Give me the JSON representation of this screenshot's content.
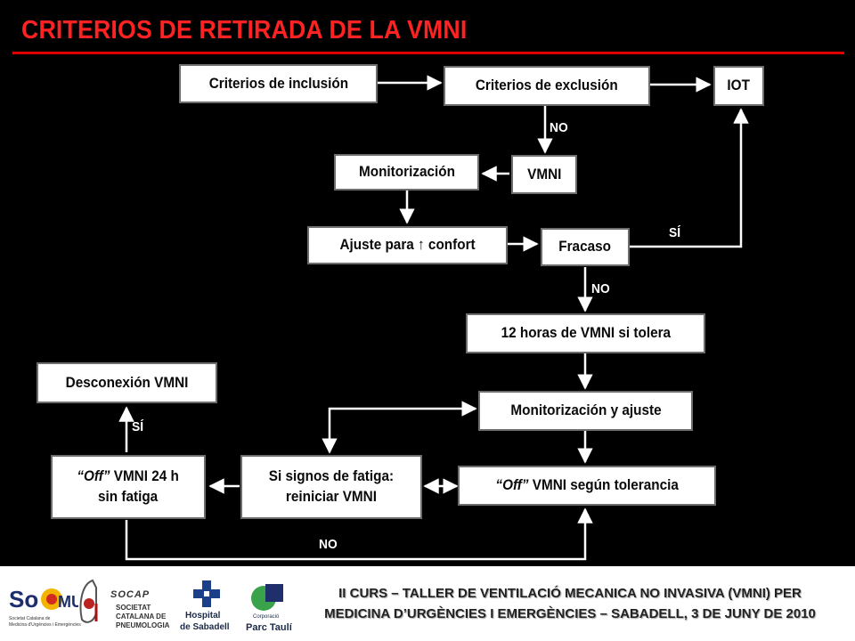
{
  "title": "CRITERIOS DE RETIRADA DE LA VMNI",
  "nodes": {
    "inclusion": "Criterios de inclusión",
    "exclusion": "Criterios de exclusión",
    "iot": "IOT",
    "vmni": "VMNI",
    "monitorizacion": "Monitorización",
    "ajuste": "Ajuste para ↑ confort",
    "fracaso": "Fracaso",
    "doce_horas": "12 horas de VMNI si tolera",
    "monit_ajuste": "Monitorización y ajuste",
    "off_tolerancia_em": "“Off”",
    "off_tolerancia_rest": " VMNI según tolerancia",
    "signos_line1": "Si signos de fatiga:",
    "signos_line2": "reiniciar VMNI",
    "off24_em": "“Off”",
    "off24_rest": " VMNI 24 h",
    "off24_line2": "sin fatiga",
    "desconexion": "Desconexión VMNI"
  },
  "edge_labels": {
    "no_1": "NO",
    "si_1": "SÍ",
    "no_2": "NO",
    "si_2": "SÍ",
    "no_3": "NO"
  },
  "footer": {
    "line1": "II CURS – TALLER DE VENTILACIÓ MECANICA NO INVASIVA (VMNI) PER",
    "line2": "MEDICINA D’URGÈNCIES I EMERGÈNCIES – SABADELL, 3 DE JUNY DE 2010"
  },
  "logos": {
    "socmue_main": "So MUE",
    "socmue_sub1": "Societat Catalana de",
    "socmue_sub2": "Medicina d'Urgències i Emergències",
    "socap_main": "SOCAP",
    "socap_sub1": "SOCIETAT",
    "socap_sub2": "CATALANA DE",
    "socap_sub3": "PNEUMOLOGIA",
    "hospital_line1": "Hospital",
    "hospital_line2": "de Sabadell",
    "parc_line1": "Corporació",
    "parc_line2": "Parc Taulí"
  },
  "colors": {
    "title": "#ff2222",
    "rule": "#e00000",
    "box_bg": "#ffffff",
    "connector": "#ffffff",
    "background": "#000000"
  }
}
